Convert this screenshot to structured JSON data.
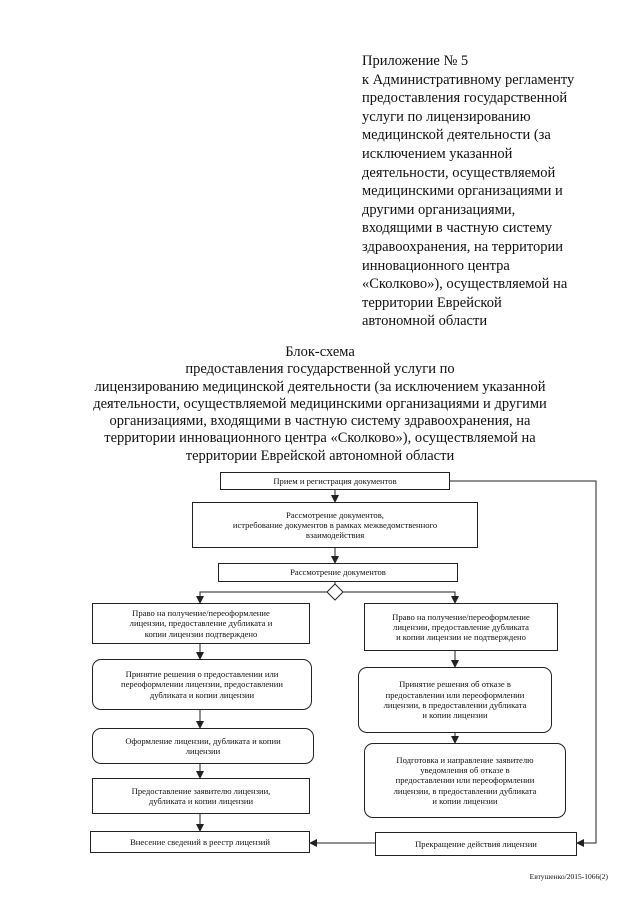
{
  "annex": {
    "lines": [
      "Приложение № 5",
      "к Административному регламенту",
      "предоставления государственной",
      "услуги по лицензированию",
      "медицинской деятельности (за",
      "исключением указанной",
      "деятельности, осуществляемой",
      "медицинскими организациями и",
      "другими организациями,",
      "входящими в частную систему",
      "здравоохранения, на территории",
      "инновационного центра",
      "«Сколково»), осуществляемой на",
      "территории Еврейской",
      "автономной  области"
    ]
  },
  "title": {
    "lines": [
      "Блок-схема",
      "предоставления государственной услуги по",
      "лицензированию медицинской деятельности (за исключением указанной",
      "деятельности, осуществляемой медицинскими организациями и другими",
      "организациями, входящими в частную систему здравоохранения, на",
      "территории инновационного центра «Сколково»), осуществляемой на",
      "территории Еврейской автономной области"
    ]
  },
  "flow": {
    "receipt": [
      "Прием и регистрация документов"
    ],
    "review_request": [
      "Рассмотрение документов,",
      "истребование документов в рамках межведомственного",
      "взаимодействия"
    ],
    "review": [
      "Рассмотрение документов"
    ],
    "confirmed": [
      "Право на получение/переоформление",
      "лицензии, предоставление дубликата и",
      "копии лицензии подтверждено"
    ],
    "not_confirmed": [
      "Право на получение/переоформление",
      "лицензии, предоставление дубликата",
      "и копии лицензии не подтверждено"
    ],
    "decision_grant": [
      "Принятие решения о предоставлении или",
      "переоформлении лицензии, предоставлении",
      "дубликата и копии лицензии"
    ],
    "decision_refuse": [
      "Принятие решения об отказе в",
      "предоставлении или переоформлении",
      "лицензии, в предоставлении дубликата",
      "и копии лицензии"
    ],
    "issue": [
      "Оформление лицензии, дубликата и копии",
      "лицензии"
    ],
    "notify": [
      "Подготовка и направление заявителю",
      "уведомления об отказе в",
      "предоставлении или переоформлении",
      "лицензии, в предоставлении дубликата",
      "и копии лицензии"
    ],
    "provide": [
      "Предоставление заявителю лицензии,",
      "дубликата и копии лицензии"
    ],
    "registry": [
      "Внесение сведений в реестр лицензий"
    ],
    "terminate": [
      "Прекращение действия лицензии"
    ]
  },
  "footer": {
    "text": "Евтушенко/2015-1066(2)"
  }
}
